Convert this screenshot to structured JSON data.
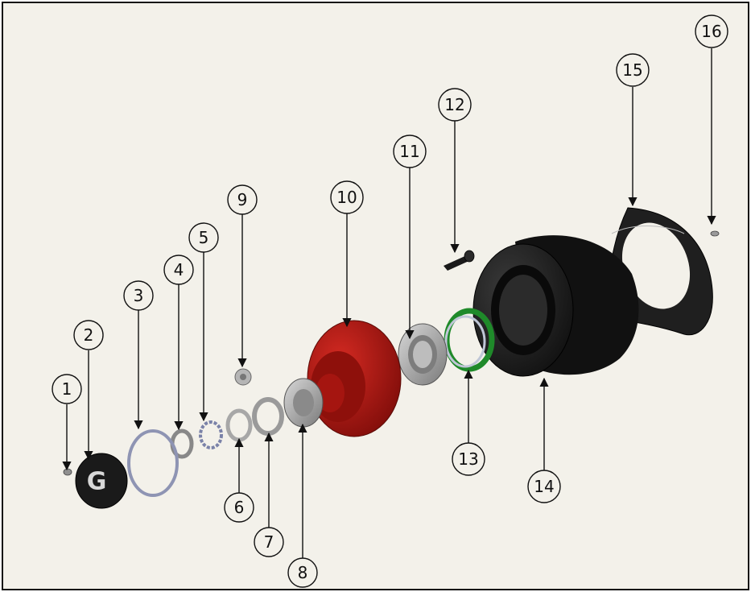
{
  "drawing": {
    "background_color": "#f3f1ea",
    "frame_color": "#111111",
    "leader_color": "#111111"
  },
  "colors": {
    "hub": "#b3140f",
    "hub_dark": "#7a0b08",
    "drum": "#1c1c1c",
    "drum_highlight": "#3a3a3a",
    "seal_ring": "#1f8a2a",
    "bearing": "#a8a8a8",
    "bearing_dark": "#6f6f6f",
    "gasket": "#8e94b3",
    "hubcap": "#1a1a1a",
    "hubcap_logo": "#d8d8d8"
  },
  "parts": {
    "hubcap_logo_letter": "G"
  },
  "balloons": [
    {
      "id": 1,
      "label": "1"
    },
    {
      "id": 2,
      "label": "2"
    },
    {
      "id": 3,
      "label": "3"
    },
    {
      "id": 4,
      "label": "4"
    },
    {
      "id": 5,
      "label": "5"
    },
    {
      "id": 6,
      "label": "6"
    },
    {
      "id": 7,
      "label": "7"
    },
    {
      "id": 8,
      "label": "8"
    },
    {
      "id": 9,
      "label": "9"
    },
    {
      "id": 10,
      "label": "10"
    },
    {
      "id": 11,
      "label": "11"
    },
    {
      "id": 12,
      "label": "12"
    },
    {
      "id": 13,
      "label": "13"
    },
    {
      "id": 14,
      "label": "14"
    },
    {
      "id": 15,
      "label": "15"
    },
    {
      "id": 16,
      "label": "16"
    }
  ]
}
